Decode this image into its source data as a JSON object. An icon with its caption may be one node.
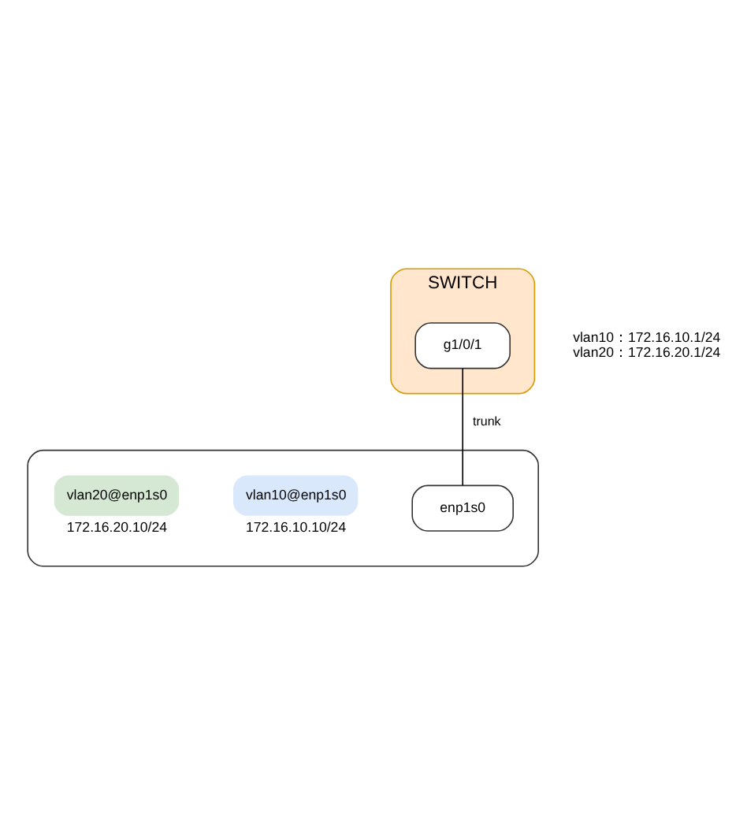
{
  "diagram": {
    "nodes": [
      {
        "text": [
          "SWITCH"
        ],
        "beside": [
          "vlan10：172.16.10.1/24",
          "vlan20：172.16.20.1/24"
        ]
      },
      {
        "text": [
          "g1/0/1"
        ],
        "in": 0
      },
      {
        "text": [],
        "shape": "box"
      },
      {
        "text": [
          "enp1s0"
        ],
        "in": 2
      },
      {
        "text": [
          "vlan10@enp1s0"
        ],
        "in": 2,
        "beside": [
          "172.16.10.10/24"
        ]
      },
      {
        "text": [
          "vlan20@enp1s0"
        ],
        "in": 2,
        "beside": [
          "172.16.20.10/24"
        ]
      }
    ],
    "edges": [
      {
        "from": 1,
        "to": 3,
        "arrow": "none",
        "label": "trunk"
      }
    ]
  }
}
